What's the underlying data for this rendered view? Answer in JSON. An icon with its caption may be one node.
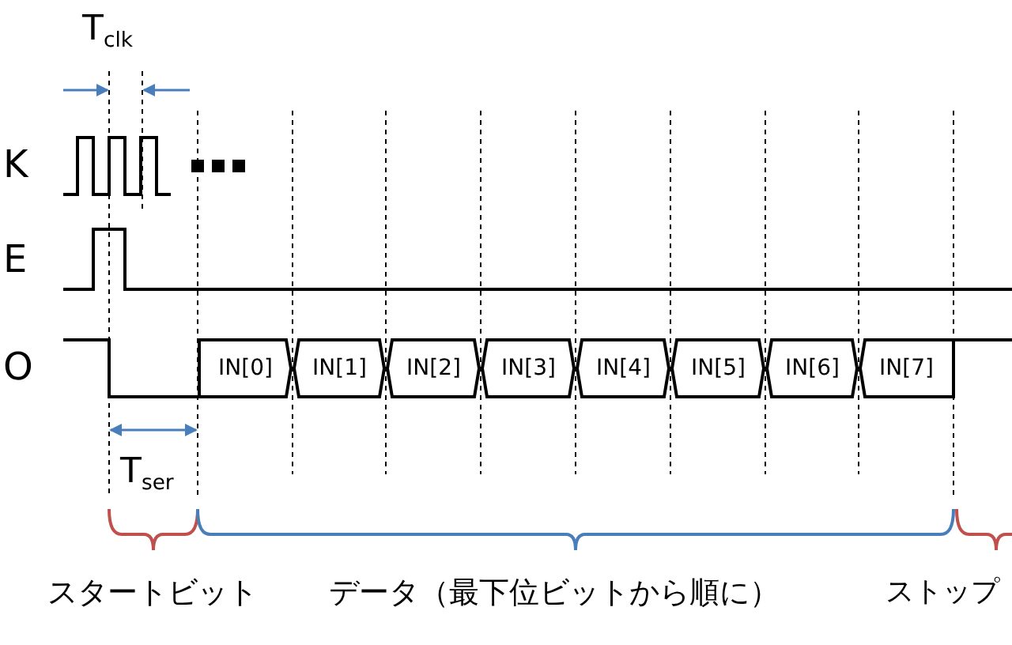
{
  "diagram": {
    "labels": [
      "T$_{clk}$",
      "K",
      "E",
      "O",
      "IN[0]",
      "IN[1]",
      "IN[2]",
      "IN[3]",
      "IN[4]",
      "IN[5]",
      "IN[6]",
      "IN[7]",
      "T$_{ser}$",
      "スタートビット",
      "データ（最下位ビットから順に）",
      "ストップ"
    ]
  }
}
